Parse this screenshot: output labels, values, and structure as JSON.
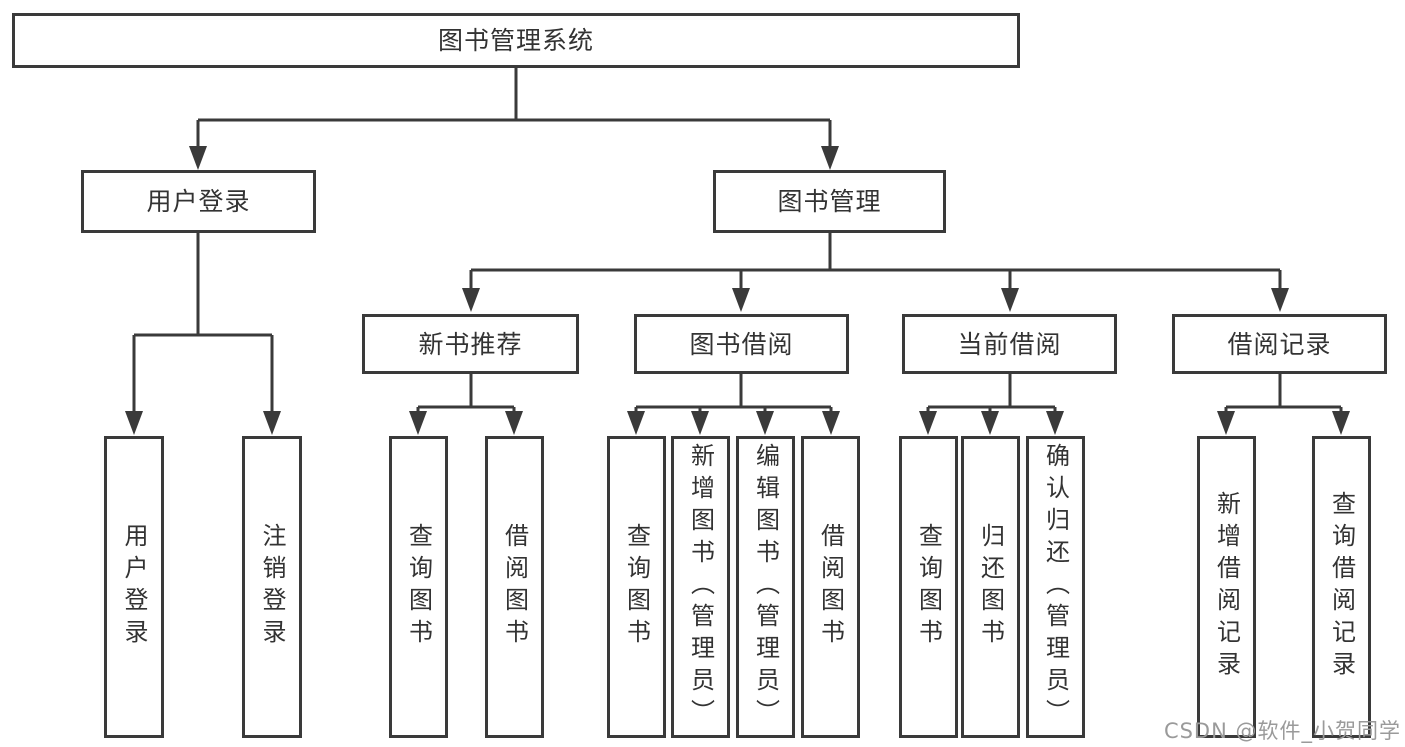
{
  "diagram": {
    "title_node": {
      "label": "图书管理系统"
    },
    "level2": [
      {
        "label": "用户登录",
        "parent": "图书管理系统"
      },
      {
        "label": "图书管理",
        "parent": "图书管理系统"
      }
    ],
    "level3": [
      {
        "label": "新书推荐",
        "parent": "图书管理"
      },
      {
        "label": "图书借阅",
        "parent": "图书管理"
      },
      {
        "label": "当前借阅",
        "parent": "图书管理"
      },
      {
        "label": "借阅记录",
        "parent": "图书管理"
      }
    ],
    "leaves": [
      {
        "label": "用户登录",
        "parent": "用户登录"
      },
      {
        "label": "注销登录",
        "parent": "用户登录"
      },
      {
        "label": "查询图书",
        "parent": "新书推荐"
      },
      {
        "label": "借阅图书",
        "parent": "新书推荐"
      },
      {
        "label": "查询图书",
        "parent": "图书借阅"
      },
      {
        "label": "新增图书（管理员）",
        "parent": "图书借阅"
      },
      {
        "label": "编辑图书（管理员）",
        "parent": "图书借阅"
      },
      {
        "label": "借阅图书",
        "parent": "图书借阅"
      },
      {
        "label": "查询图书",
        "parent": "当前借阅"
      },
      {
        "label": "归还图书",
        "parent": "当前借阅"
      },
      {
        "label": "确认归还（管理员）",
        "parent": "当前借阅"
      },
      {
        "label": "新增借阅记录",
        "parent": "借阅记录"
      },
      {
        "label": "查询借阅记录",
        "parent": "借阅记录"
      }
    ]
  },
  "watermark": {
    "text": "CSDN @软件_小贺同学"
  },
  "colors": {
    "line": "#3a3a3a",
    "text": "#333333",
    "box_background": "#ffffff",
    "page_background": "#ffffff",
    "watermark": "#9a9a9a"
  }
}
